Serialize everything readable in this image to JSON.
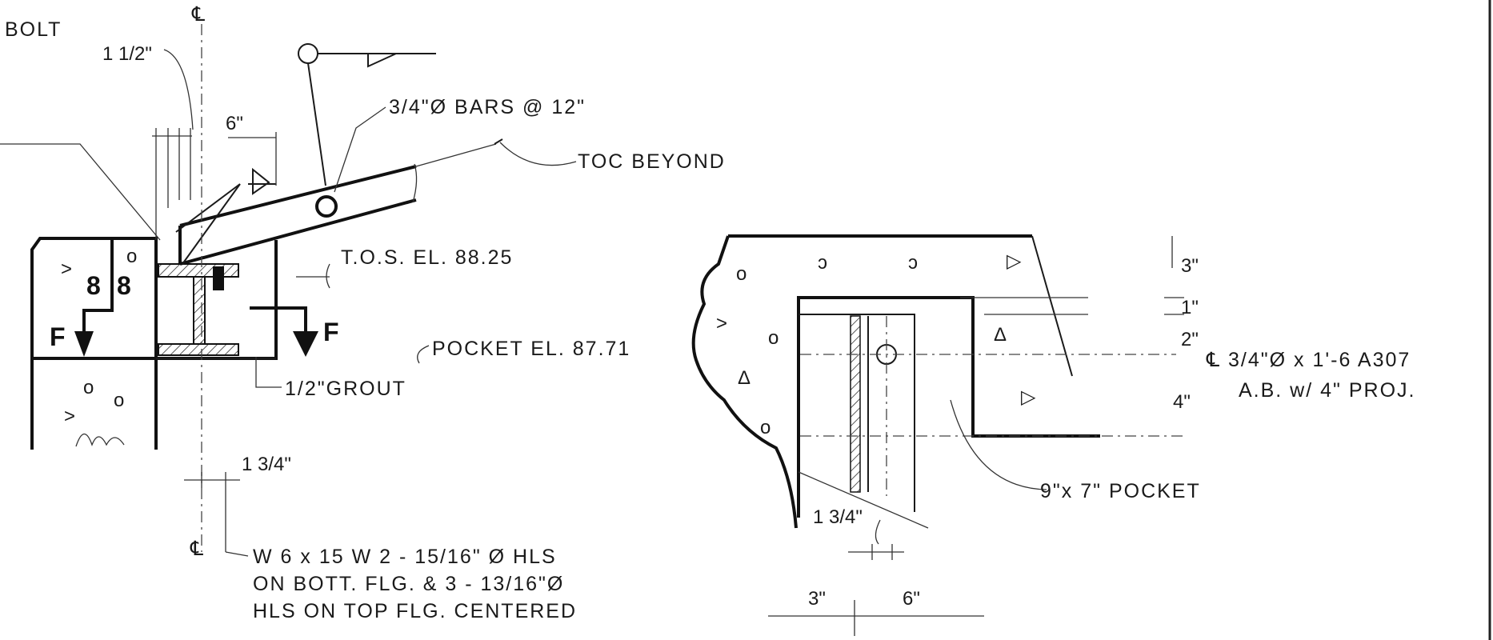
{
  "left_detail": {
    "bolt_label": "BOLT",
    "centerline_top": "℄",
    "dim_1_half": "1 1/2\"",
    "dim_6": "6\"",
    "bars_note": "3/4\"Ø BARS @ 12\"",
    "toc_note": "TOC BEYOND",
    "tos_note": "T.O.S. EL. 88.25",
    "pocket_el_note": "POCKET EL. 87.71",
    "grout_note": "1/2\"GROUT",
    "dim_1_three_quarter": "1 3/4\"",
    "section_num_left": "8",
    "section_num_right": "8",
    "section_letter_left": "F",
    "section_letter_right": "F",
    "centerline_bottom": "℄",
    "beam_note_line1": "W 6 x 15  W 2 - 15/16\" Ø HLS",
    "beam_note_line2": "ON BOTT. FLG. & 3 - 13/16\"Ø",
    "beam_note_line3": "HLS ON TOP FLG. CENTERED"
  },
  "right_detail": {
    "dim_3": "3\"",
    "dim_1": "1\"",
    "dim_2": "2\"",
    "dim_4": "4\"",
    "anchor_note_line1": "℄ 3/4\"Ø x 1'-6  A307",
    "anchor_note_line2": "A.B. w/ 4\" PROJ.",
    "pocket_note": "9\"x 7\" POCKET",
    "dim_1_three_quarter": "1 3/4\"",
    "dim_bottom_3": "3\"",
    "dim_bottom_6": "6\""
  }
}
